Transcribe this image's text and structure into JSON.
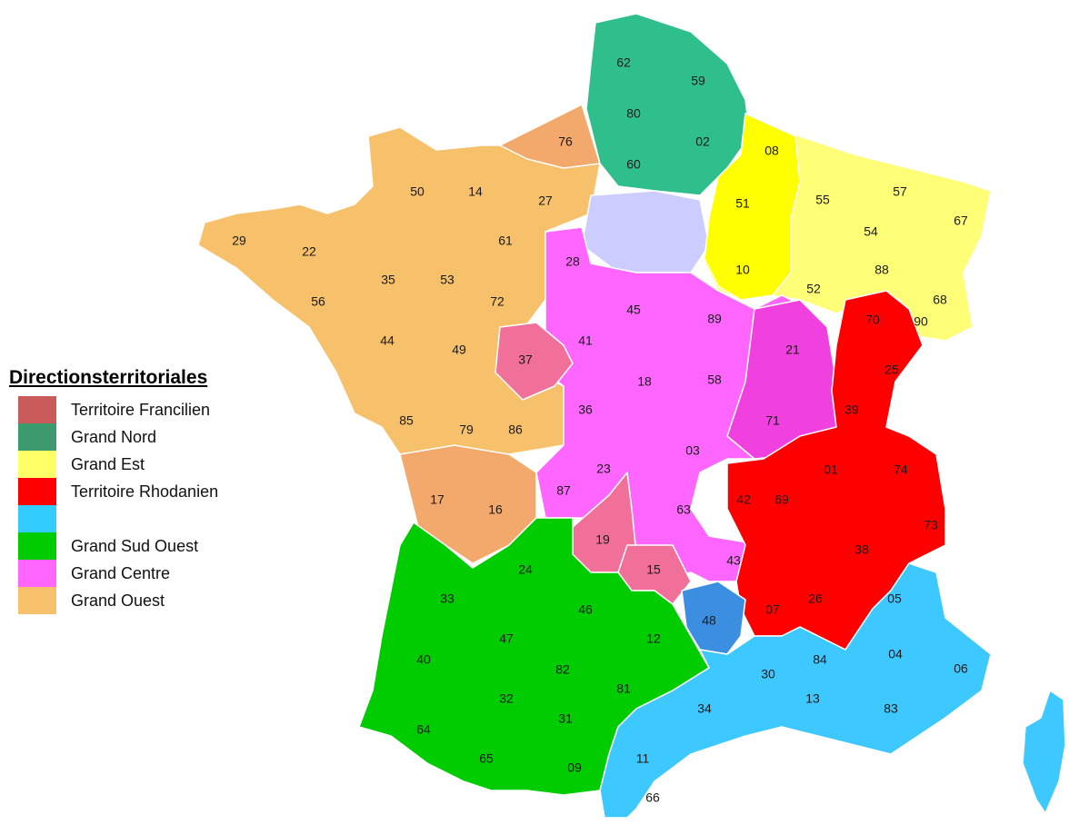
{
  "legend": {
    "title": "Directionsterritoriales",
    "items": [
      {
        "label": "Territoire Francilien",
        "color": "#c95b5b"
      },
      {
        "label": "Grand Nord",
        "color": "#3c9b6e"
      },
      {
        "label": "Grand Est",
        "color": "#ffff66"
      },
      {
        "label": "Territoire Rhodanien",
        "color": "#ff0000"
      },
      {
        "label": "",
        "color": "#33ccff"
      },
      {
        "label": "Grand Sud Ouest",
        "color": "#00cc00"
      },
      {
        "label": "Grand Centre",
        "color": "#ff66ff"
      },
      {
        "label": "Grand Ouest",
        "color": "#f7c16b"
      }
    ]
  },
  "regions": {
    "nord": {
      "color": "#2ebf8c",
      "departments": [
        "62",
        "59",
        "80",
        "02",
        "60"
      ]
    },
    "est": {
      "color": "#ffff77",
      "departments": [
        "08",
        "51",
        "10",
        "55",
        "57",
        "67",
        "54",
        "88",
        "52",
        "68",
        "90"
      ]
    },
    "est_core": {
      "color": "#ffff00",
      "departments": [
        "08",
        "51",
        "10"
      ]
    },
    "ouest": {
      "color": "#f7c16b",
      "departments": [
        "76",
        "50",
        "14",
        "27",
        "29",
        "22",
        "61",
        "35",
        "53",
        "72",
        "56",
        "44",
        "49",
        "85",
        "79",
        "86",
        "17",
        "16"
      ]
    },
    "idf": {
      "color": "#ccccff",
      "departments": []
    },
    "centre": {
      "color": "#ff66ff",
      "departments": [
        "28",
        "45",
        "89",
        "41",
        "18",
        "58",
        "36",
        "03",
        "23",
        "87",
        "63",
        "43",
        "21",
        "71"
      ]
    },
    "centre_rose": {
      "color": "#f0709a",
      "departments": [
        "37",
        "19",
        "15"
      ]
    },
    "rhodanien": {
      "color": "#ff0000",
      "departments": [
        "70",
        "25",
        "39",
        "01",
        "74",
        "69",
        "42",
        "73",
        "38",
        "07",
        "26"
      ]
    },
    "sudouest": {
      "color": "#00cc00",
      "departments": [
        "33",
        "24",
        "46",
        "12",
        "47",
        "40",
        "82",
        "81",
        "32",
        "31",
        "64",
        "65",
        "09"
      ]
    },
    "sudest": {
      "color": "#3dc8ff",
      "departments": [
        "05",
        "04",
        "06",
        "84",
        "30",
        "13",
        "83",
        "34",
        "11",
        "66"
      ]
    },
    "lozere": {
      "color": "#3b8ee0",
      "departments": [
        "48"
      ]
    }
  },
  "labels": [
    {
      "id": "62"
    },
    {
      "id": "59"
    },
    {
      "id": "80"
    },
    {
      "id": "02"
    },
    {
      "id": "60"
    },
    {
      "id": "76"
    },
    {
      "id": "08"
    },
    {
      "id": "50"
    },
    {
      "id": "14"
    },
    {
      "id": "27"
    },
    {
      "id": "51"
    },
    {
      "id": "55"
    },
    {
      "id": "57"
    },
    {
      "id": "67"
    },
    {
      "id": "54"
    },
    {
      "id": "29"
    },
    {
      "id": "22"
    },
    {
      "id": "61"
    },
    {
      "id": "28"
    },
    {
      "id": "10"
    },
    {
      "id": "88"
    },
    {
      "id": "56"
    },
    {
      "id": "35"
    },
    {
      "id": "53"
    },
    {
      "id": "72"
    },
    {
      "id": "52"
    },
    {
      "id": "68"
    },
    {
      "id": "45"
    },
    {
      "id": "89"
    },
    {
      "id": "70"
    },
    {
      "id": "90"
    },
    {
      "id": "44"
    },
    {
      "id": "49"
    },
    {
      "id": "41"
    },
    {
      "id": "37"
    },
    {
      "id": "21"
    },
    {
      "id": "25"
    },
    {
      "id": "18"
    },
    {
      "id": "58"
    },
    {
      "id": "85"
    },
    {
      "id": "79"
    },
    {
      "id": "86"
    },
    {
      "id": "36"
    },
    {
      "id": "39"
    },
    {
      "id": "71"
    },
    {
      "id": "03"
    },
    {
      "id": "23"
    },
    {
      "id": "01"
    },
    {
      "id": "74"
    },
    {
      "id": "87"
    },
    {
      "id": "17"
    },
    {
      "id": "16"
    },
    {
      "id": "42"
    },
    {
      "id": "69"
    },
    {
      "id": "63"
    },
    {
      "id": "73"
    },
    {
      "id": "19"
    },
    {
      "id": "38"
    },
    {
      "id": "24"
    },
    {
      "id": "15"
    },
    {
      "id": "43"
    },
    {
      "id": "33"
    },
    {
      "id": "05"
    },
    {
      "id": "46"
    },
    {
      "id": "48"
    },
    {
      "id": "07"
    },
    {
      "id": "26"
    },
    {
      "id": "47"
    },
    {
      "id": "12"
    },
    {
      "id": "40"
    },
    {
      "id": "30"
    },
    {
      "id": "84"
    },
    {
      "id": "04"
    },
    {
      "id": "82"
    },
    {
      "id": "06"
    },
    {
      "id": "81"
    },
    {
      "id": "32"
    },
    {
      "id": "13"
    },
    {
      "id": "34"
    },
    {
      "id": "83"
    },
    {
      "id": "64"
    },
    {
      "id": "31"
    },
    {
      "id": "65"
    },
    {
      "id": "11"
    },
    {
      "id": "09"
    },
    {
      "id": "66"
    }
  ]
}
